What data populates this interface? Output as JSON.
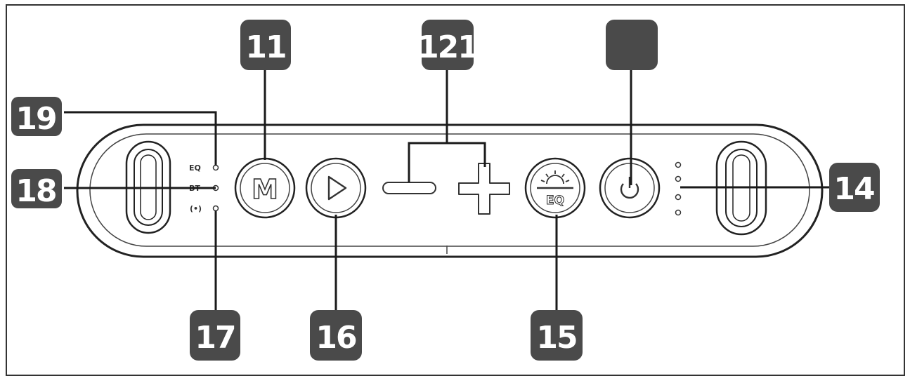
{
  "callouts": {
    "c11": "11",
    "c12": "121",
    "c13": "",
    "c14": "14",
    "c15": "15",
    "c16": "16",
    "c17": "17",
    "c18": "18",
    "c19": "19"
  },
  "panel": {
    "mode_button_label": "M",
    "eq_button_label": "EQ",
    "indicator_eq_label": "EQ",
    "indicator_bt_label": "BT",
    "indicator_tws_label": "(•)"
  },
  "icons": {
    "minus": "minus-icon",
    "plus": "plus-icon",
    "play": "play-icon",
    "power": "power-icon",
    "sun": "sun-icon"
  },
  "colors": {
    "tag_bg": "#4a4a4a",
    "tag_text": "#ffffff",
    "line": "#1a1a1a",
    "outline": "#555555"
  }
}
